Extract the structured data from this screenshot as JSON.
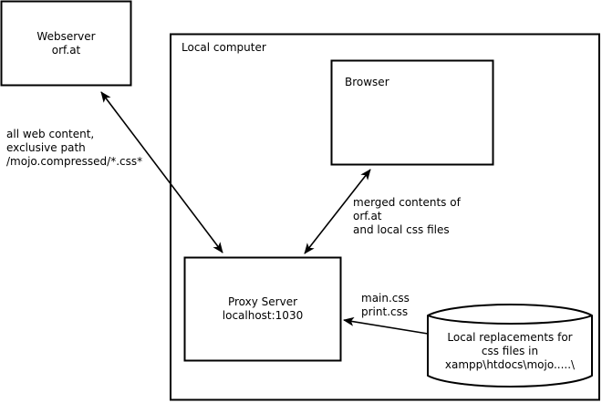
{
  "diagram": {
    "nodes": {
      "webserver": {
        "line1": "Webserver",
        "line2": "orf.at"
      },
      "local_computer": {
        "label": "Local computer"
      },
      "browser": {
        "label": "Browser"
      },
      "proxy": {
        "line1": "Proxy Server",
        "line2": "localhost:1030"
      },
      "local_store": {
        "line1": "Local replacements for",
        "line2": "css files in",
        "line3": "xampp\\htdocs\\mojo.....\\"
      }
    },
    "edges": {
      "webserver_proxy": {
        "line1": "all web content,",
        "line2": "exclusive path",
        "line3": "/mojo.compressed/*.css*",
        "direction": "bidirectional"
      },
      "browser_proxy": {
        "line1": "merged contents of",
        "line2": "orf.at",
        "line3": "and local css files",
        "direction": "bidirectional"
      },
      "store_proxy": {
        "line1": "main.css",
        "line2": "print.css",
        "direction": "to-proxy"
      }
    }
  }
}
